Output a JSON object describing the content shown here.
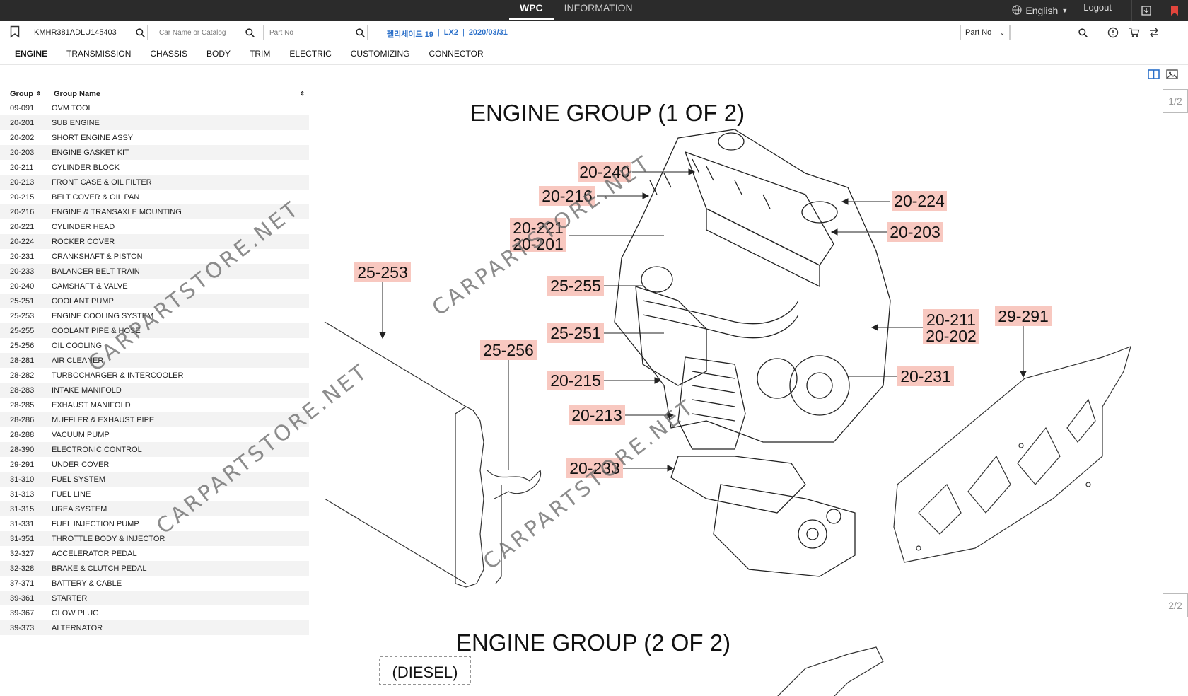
{
  "topbar": {
    "tabs": [
      {
        "label": "WPC",
        "active": true
      },
      {
        "label": "INFORMATION",
        "active": false
      }
    ],
    "language": "English",
    "logout": "Logout"
  },
  "search": {
    "vin_value": "KMHR381ADLU145403",
    "car_placeholder": "Car Name or Catalog",
    "part_placeholder": "Part No",
    "vehicle_name": "펠리세이드 19",
    "vehicle_trim": "LX2",
    "vehicle_date": "2020/03/31",
    "partno_select": "Part No",
    "partno_input_value": ""
  },
  "tabs": [
    {
      "label": "ENGINE",
      "active": true
    },
    {
      "label": "TRANSMISSION"
    },
    {
      "label": "CHASSIS"
    },
    {
      "label": "BODY"
    },
    {
      "label": "TRIM"
    },
    {
      "label": "ELECTRIC"
    },
    {
      "label": "CUSTOMIZING"
    },
    {
      "label": "CONNECTOR"
    }
  ],
  "table": {
    "col_group": "Group",
    "col_name": "Group Name",
    "rows": [
      {
        "g": "09-091",
        "n": "OVM TOOL"
      },
      {
        "g": "20-201",
        "n": "SUB ENGINE"
      },
      {
        "g": "20-202",
        "n": "SHORT ENGINE ASSY"
      },
      {
        "g": "20-203",
        "n": "ENGINE GASKET KIT"
      },
      {
        "g": "20-211",
        "n": "CYLINDER BLOCK"
      },
      {
        "g": "20-213",
        "n": "FRONT CASE & OIL FILTER"
      },
      {
        "g": "20-215",
        "n": "BELT COVER & OIL PAN"
      },
      {
        "g": "20-216",
        "n": "ENGINE & TRANSAXLE MOUNTING"
      },
      {
        "g": "20-221",
        "n": "CYLINDER HEAD"
      },
      {
        "g": "20-224",
        "n": "ROCKER COVER"
      },
      {
        "g": "20-231",
        "n": "CRANKSHAFT & PISTON"
      },
      {
        "g": "20-233",
        "n": "BALANCER BELT TRAIN"
      },
      {
        "g": "20-240",
        "n": "CAMSHAFT & VALVE"
      },
      {
        "g": "25-251",
        "n": "COOLANT PUMP"
      },
      {
        "g": "25-253",
        "n": "ENGINE COOLING SYSTEM"
      },
      {
        "g": "25-255",
        "n": "COOLANT PIPE & HOSE"
      },
      {
        "g": "25-256",
        "n": "OIL COOLING"
      },
      {
        "g": "28-281",
        "n": "AIR CLEANER"
      },
      {
        "g": "28-282",
        "n": "TURBOCHARGER & INTERCOOLER"
      },
      {
        "g": "28-283",
        "n": "INTAKE MANIFOLD"
      },
      {
        "g": "28-285",
        "n": "EXHAUST MANIFOLD"
      },
      {
        "g": "28-286",
        "n": "MUFFLER & EXHAUST PIPE"
      },
      {
        "g": "28-288",
        "n": "VACUUM PUMP"
      },
      {
        "g": "28-390",
        "n": "ELECTRONIC CONTROL"
      },
      {
        "g": "29-291",
        "n": "UNDER COVER"
      },
      {
        "g": "31-310",
        "n": "FUEL SYSTEM"
      },
      {
        "g": "31-313",
        "n": "FUEL LINE"
      },
      {
        "g": "31-315",
        "n": "UREA SYSTEM"
      },
      {
        "g": "31-331",
        "n": "FUEL INJECTION PUMP"
      },
      {
        "g": "31-351",
        "n": "THROTTLE BODY & INJECTOR"
      },
      {
        "g": "32-327",
        "n": "ACCELERATOR PEDAL"
      },
      {
        "g": "32-328",
        "n": "BRAKE & CLUTCH PEDAL"
      },
      {
        "g": "37-371",
        "n": "BATTERY & CABLE"
      },
      {
        "g": "39-361",
        "n": "STARTER"
      },
      {
        "g": "39-367",
        "n": "GLOW PLUG"
      },
      {
        "g": "39-373",
        "n": "ALTERNATOR"
      }
    ]
  },
  "diagram": {
    "title1": "ENGINE GROUP (1 OF 2)",
    "title2": "ENGINE GROUP (2 OF 2)",
    "page1": "1/2",
    "page2": "2/2",
    "diesel": "(DIESEL)",
    "callouts": [
      "20-240",
      "20-216",
      "20-224",
      "20-221",
      "20-201",
      "20-203",
      "25-253",
      "25-255",
      "25-251",
      "20-211",
      "20-202",
      "29-291",
      "25-256",
      "20-215",
      "20-231",
      "20-213",
      "20-233"
    ]
  },
  "watermark": "CARPARTSTORE.NET"
}
